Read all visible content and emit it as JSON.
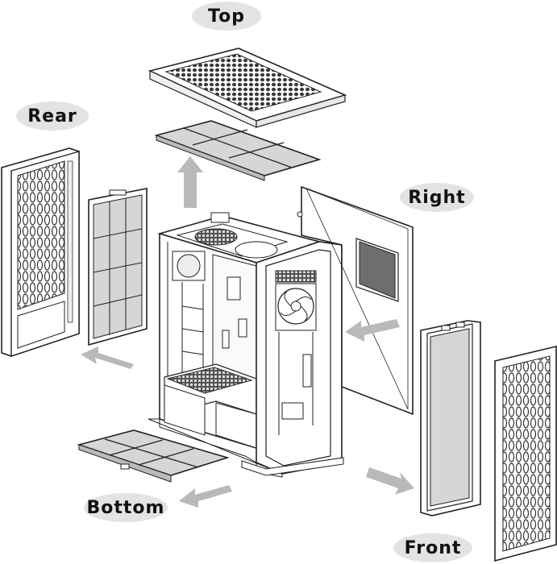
{
  "labels": {
    "top": "Top",
    "rear": "Rear",
    "right": "Right",
    "bottom": "Bottom",
    "front": "Front"
  },
  "colors": {
    "line": "#222222",
    "panel_fill": "#ffffff",
    "filter_fill": "#d6d6d6",
    "mesh_fill": "#6e6e6e",
    "arrow_fill": "#b9b9b9",
    "pill_fill": "#e3e3e3"
  }
}
